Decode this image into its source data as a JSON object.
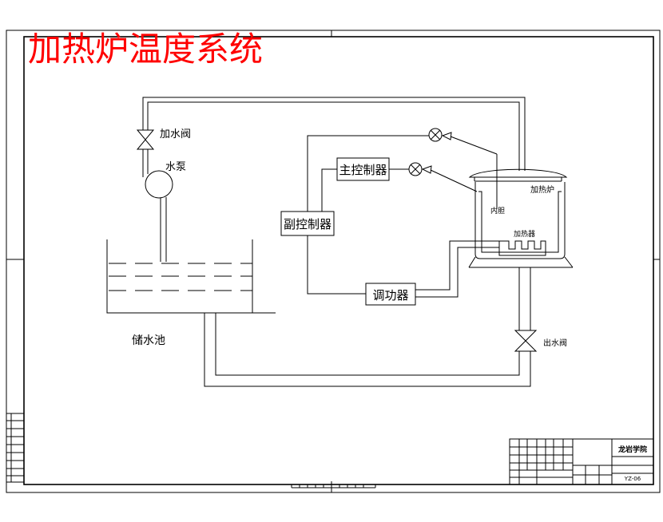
{
  "title": "加热炉温度系统",
  "labels": {
    "fill_valve": "加水阀",
    "pump": "水泵",
    "main_controller": "主控制器",
    "sub_controller": "副控制器",
    "power_regulator": "调功器",
    "furnace": "加热炉",
    "inner_tank": "内胆",
    "heater": "加热器",
    "reservoir": "储水池",
    "outlet_valve": "出水阀"
  },
  "title_block": {
    "school": "龙岩学院",
    "drawing_no": "YZ-06"
  },
  "colors": {
    "title": "#ff0000",
    "line": "#000000",
    "background": "#ffffff"
  }
}
